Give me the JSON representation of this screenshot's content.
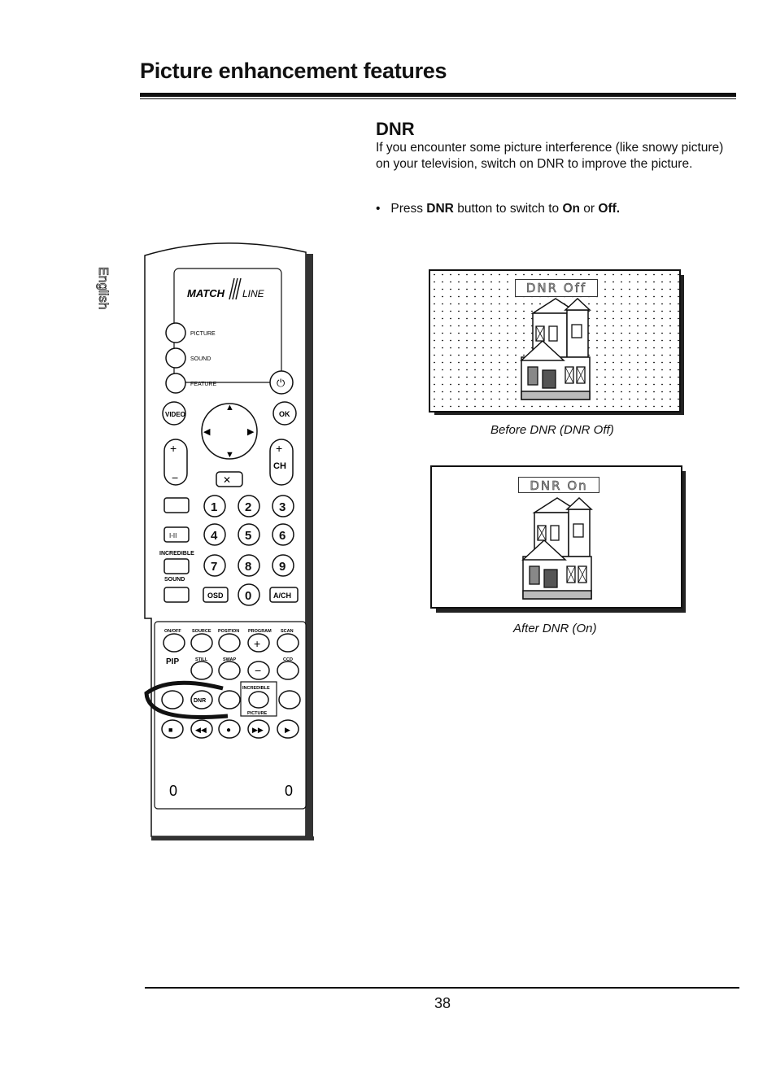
{
  "header": {
    "title": "Picture enhancement features"
  },
  "side_tab": {
    "label": "English"
  },
  "section": {
    "heading": "DNR",
    "body": "If you encounter some picture interference (like snowy picture) on your television, switch on DNR to improve the picture.",
    "bullet": {
      "prefix": "Press",
      "key": "DNR",
      "middle": "button to switch to",
      "on": "On",
      "or": "or",
      "off": "Off."
    }
  },
  "screens": [
    {
      "osd": "DNR Off",
      "caption": "Before DNR (DNR Off)"
    },
    {
      "osd": "DNR On",
      "caption": "After DNR (On)"
    }
  ],
  "remote": {
    "brand": "MATCH",
    "brand_suffix": "LINE",
    "menu_labels": [
      "PICTURE",
      "SOUND",
      "FEATURE"
    ],
    "video": "VIDEO",
    "ok": "OK",
    "ch": "CH",
    "digits": [
      "1",
      "2",
      "3",
      "4",
      "5",
      "6",
      "7",
      "8",
      "9",
      "0"
    ],
    "incredible_sound_top": "INCREDIBLE",
    "incredible_sound_bottom": "SOUND",
    "osd": "OSD",
    "ach": "A/CH",
    "stereo": "I-II",
    "pip_labels": [
      "ON/OFF",
      "SOURCE",
      "POSITION",
      "PROGRAM",
      "SCAN"
    ],
    "pip": "PIP",
    "pip_labels2": [
      "STILL",
      "SWAP",
      "CCD"
    ],
    "dnr": "DNR",
    "incredible_picture_top": "INCREDIBLE",
    "incredible_picture_bottom": "PICTURE",
    "bottom_marks": [
      "0",
      "0"
    ]
  },
  "footer": {
    "page_number": "38"
  }
}
